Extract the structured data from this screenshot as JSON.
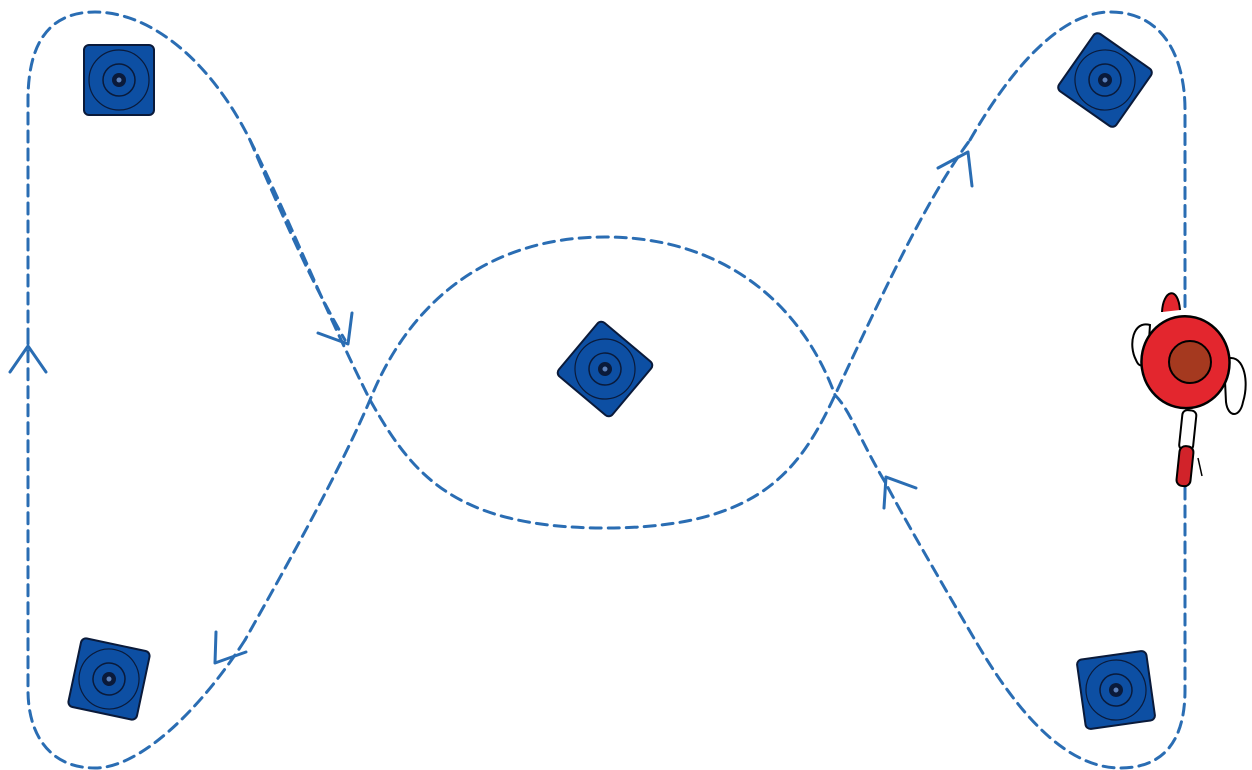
{
  "colors": {
    "background": "#ffffff",
    "path": "#2a6db3",
    "cone_base": "#0d4fa3",
    "cone_outline": "#0a1a3a",
    "player_jersey": "#e3262e",
    "player_head": "#a5391f",
    "player_shoe": "#d1232a",
    "player_skin": "#ffffff"
  },
  "diagram": {
    "elements": {
      "cones": [
        {
          "name": "cone-top-left"
        },
        {
          "name": "cone-top-right"
        },
        {
          "name": "cone-center"
        },
        {
          "name": "cone-bottom-left"
        },
        {
          "name": "cone-bottom-right"
        }
      ],
      "player": {
        "name": "player-figure"
      },
      "path": {
        "style": "dashed",
        "arrows": 5
      }
    }
  }
}
